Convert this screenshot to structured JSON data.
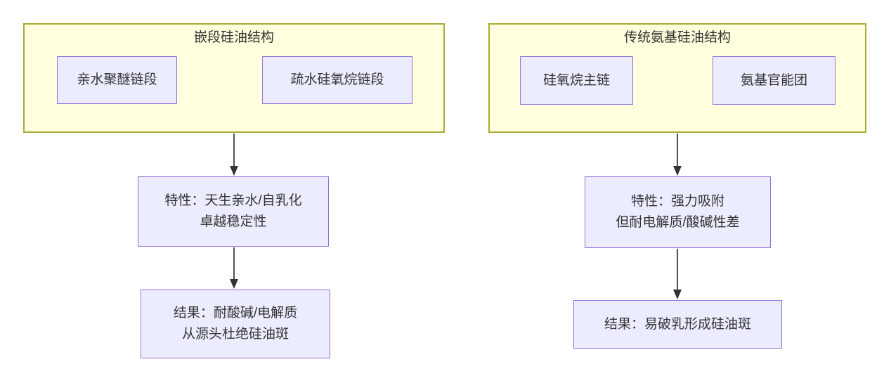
{
  "diagram": {
    "type": "flowchart",
    "background": "#ffffff",
    "colors": {
      "cluster_fill": "#ffffde",
      "cluster_border": "#aaaa33",
      "node_fill": "#ececff",
      "node_border": "#9370db",
      "edge_color": "#333333",
      "text_color": "#333333"
    },
    "clusters": [
      {
        "title": "嵌段硅油结构",
        "node_a": "亲水聚醚链段",
        "node_b": "疏水硅氧烷链段"
      },
      {
        "title": "传统氨基硅油结构",
        "node_a": "硅氧烷主链",
        "node_b": "氨基官能团"
      }
    ],
    "left": {
      "feature_line1": "特性：天生亲水/自乳化",
      "feature_line2": "卓越稳定性",
      "result_line1": "结果：耐酸碱/电解质",
      "result_line2": "从源头杜绝硅油斑"
    },
    "right": {
      "feature_line1": "特性：强力吸附",
      "feature_line2": "但耐电解质/酸碱性差",
      "result_line1": "结果：易破乳形成硅油斑"
    }
  }
}
